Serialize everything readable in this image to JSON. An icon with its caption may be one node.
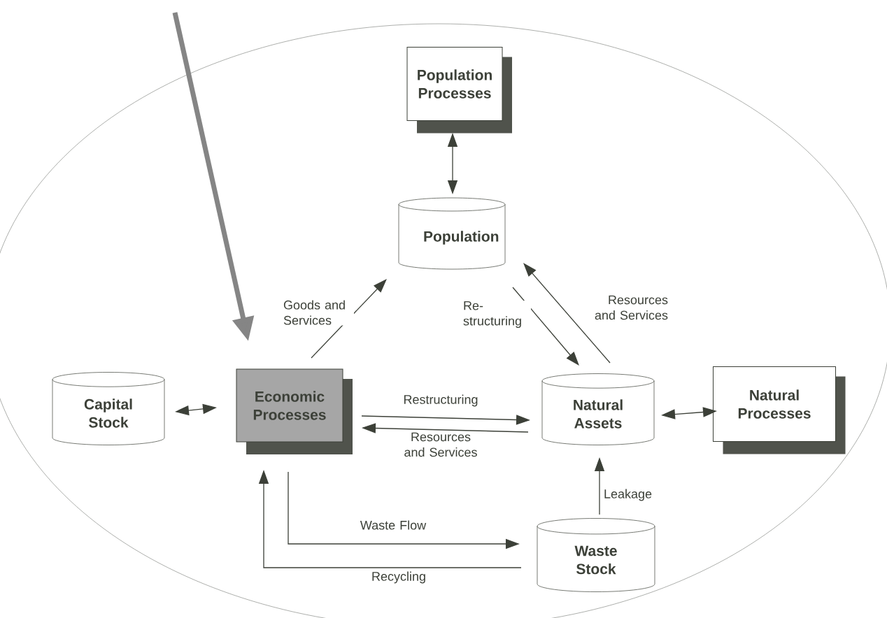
{
  "diagram": {
    "nodes": [
      {
        "text": [],
        "shape": "ellipse"
      },
      {
        "text": [
          "Population Processes"
        ],
        "in": 0
      },
      {
        "text": [
          "Population"
        ],
        "in": 0
      },
      {
        "text": [
          "Capital Stock"
        ],
        "in": 0
      },
      {
        "text": [
          "Economic Processes"
        ],
        "in": 0
      },
      {
        "text": [
          "Natural Assets"
        ],
        "in": 0
      },
      {
        "text": [
          "Natural Processes"
        ],
        "in": 0
      },
      {
        "text": [
          "Waste Stock"
        ],
        "in": 0
      }
    ],
    "edges": [
      {
        "from": null,
        "to": 4,
        "arrow": "to",
        "style": "thick",
        "color": "#858585"
      },
      {
        "from": 1,
        "to": 2,
        "arrow": "both"
      },
      {
        "from": 4,
        "to": 2,
        "arrow": "to",
        "label": "Goods and Services"
      },
      {
        "from": 2,
        "to": 5,
        "arrow": "to",
        "label": "Re- structuring"
      },
      {
        "from": 5,
        "to": 2,
        "arrow": "to",
        "label": "Resources and Services"
      },
      {
        "from": 3,
        "to": 4,
        "arrow": "both"
      },
      {
        "from": 4,
        "to": 5,
        "arrow": "to",
        "label": "Restructuring"
      },
      {
        "from": 5,
        "to": 4,
        "arrow": "to",
        "label": "Resources and Services"
      },
      {
        "from": 5,
        "to": 6,
        "arrow": "both"
      },
      {
        "from": 7,
        "to": 5,
        "arrow": "to",
        "label": "Leakage"
      },
      {
        "from": 4,
        "to": 7,
        "arrow": "to",
        "label": "Waste Flow"
      },
      {
        "from": 7,
        "to": 4,
        "arrow": "to",
        "label": "Recycling"
      }
    ]
  }
}
